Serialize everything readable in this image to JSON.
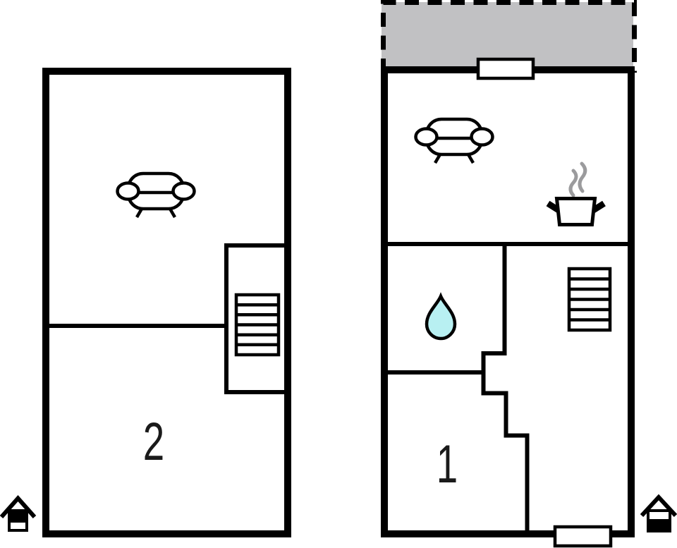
{
  "page": {
    "type": "floor-plan",
    "floor_count": 2
  },
  "colors": {
    "wall": "#000000",
    "background": "#ffffff",
    "terrace_fill": "#c1c1c3",
    "steam": "#9b9b9d",
    "water_drop_fill": "#b8f0f2",
    "label": "#1a1a1a"
  },
  "floors": [
    {
      "label": "2",
      "indicator": "upper-floor-house-icon",
      "features": [
        "sofa",
        "staircase"
      ]
    },
    {
      "label": "1",
      "indicator": "ground-floor-house-icon",
      "features": [
        "sofa",
        "cooking-pot",
        "steam",
        "water-drop",
        "staircase",
        "terrace",
        "door-top",
        "door-bottom"
      ]
    }
  ],
  "icons": {
    "sofa": "sofa-icon",
    "stairs": "stairs-icon",
    "pot": "cooking-pot-icon",
    "steam": "steam-icon",
    "drop": "water-drop-icon",
    "house_upper": "house-upper-floor-icon",
    "house_lower": "house-ground-floor-icon",
    "door": "door-opening",
    "terrace": "terrace-area"
  }
}
